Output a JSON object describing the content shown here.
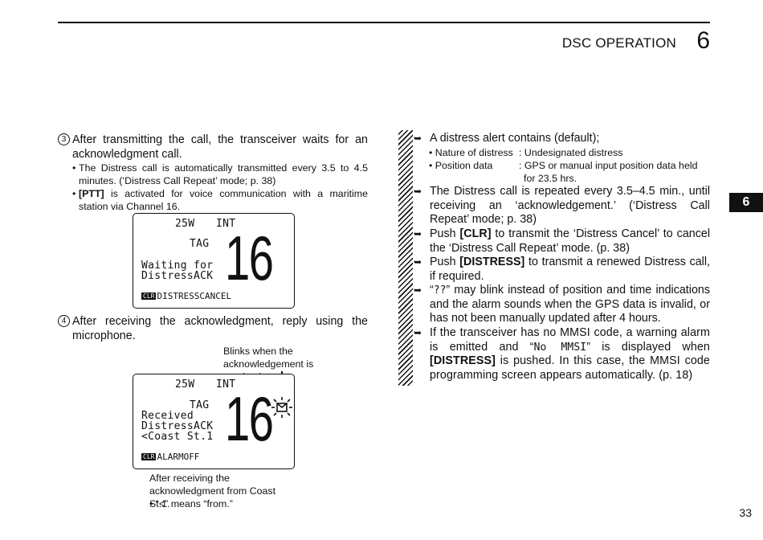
{
  "header": {
    "section_title": "DSC OPERATION",
    "section_number": "6",
    "tab_number": "6"
  },
  "page_number": "33",
  "left": {
    "step3": {
      "num": "3",
      "text": "After transmitting the call, the transceiver waits for an acknowledgment call.",
      "bullets": [
        {
          "text": "The Distress call is automatically transmitted every 3.5 to 4.5 minutes. (‘Distress Call Repeat’ mode; p. 38)"
        },
        {
          "bold": "[PTT]",
          "text": " is activated for voice communication with a maritime station via Channel 16."
        }
      ]
    },
    "lcd1": {
      "power": "25W",
      "mode": "INT",
      "tag": "TAG",
      "line1": "Waiting for",
      "line2": "DistressACK",
      "channel": "16",
      "clr_key": "CLR",
      "softkey": "DISTRESSCANCEL"
    },
    "step4": {
      "num": "4",
      "text": "After receiving the acknowledgment, reply using the microphone."
    },
    "blink_caption": "Blinks when the acknowledgement is received.",
    "lcd2": {
      "power": "25W",
      "mode": "INT",
      "tag": "TAG",
      "line1": "Received",
      "line2": "DistressACK",
      "line3": "<Coast St.1",
      "channel": "16",
      "clr_key": "CLR",
      "softkey": "ALARMOFF"
    },
    "bottom_caption": "After receiving the acknowledgment from Coast St.1.",
    "bottom_bullet": "“<” means “from.”"
  },
  "right": {
    "notes": [
      {
        "text": "A distress alert contains (default);"
      },
      {
        "text": "The Distress call is repeated every 3.5–4.5 min., until receiving an ‘acknowledgement.’ (‘Distress Call Repeat’ mode; p. 38)"
      },
      {
        "pre": "Push ",
        "bold": "[CLR]",
        "text": " to transmit the ‘Distress Cancel’ to cancel the ‘Distress Call Repeat’ mode. (p. 38)"
      },
      {
        "pre": "Push ",
        "bold": "[DISTRESS]",
        "text": " to transmit a renewed Distress call, if required."
      },
      {
        "pre": "“",
        "mono": "??",
        "text": "” may blink instead of position and time indications and the alarm sounds when the GPS data is invalid, or has not been manually updated after 4 hours."
      },
      {
        "pre": "If the transceiver has no MMSI code, a warning alarm is emitted and “",
        "mono": "No MMSI",
        "mid": "” is displayed when ",
        "bold": "[DISTRESS]",
        "text": " is pushed. In this case, the MMSI code programming screen appears automatically. (p. 18)"
      }
    ],
    "details": [
      {
        "label": "• Nature of distress",
        "value": ": Undesignated distress"
      },
      {
        "label": "• Position data",
        "value": ": GPS or manual input position data held for 23.5 hrs."
      }
    ]
  }
}
